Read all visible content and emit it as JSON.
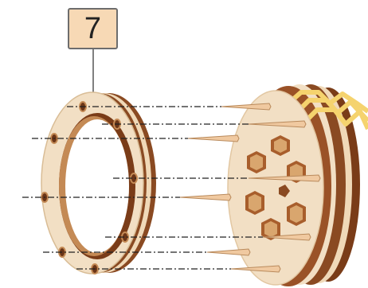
{
  "step": {
    "number": "7",
    "badge_color": "#f7d9b5",
    "border_color": "#6d6d6d"
  },
  "colors": {
    "wood_light": "#f2dfc4",
    "wood_mid": "#e6c9a3",
    "wood_dark": "#8a4a22",
    "wood_edge": "#6b3517",
    "rubber_band": "#f5d36e",
    "peg": "#f0c9a0",
    "line": "#222222"
  },
  "parts": {
    "ring_label": "ring-part",
    "drum_label": "drum-assembly",
    "peg_icon": "wooden-peg-icon",
    "hex_icon": "hex-socket-icon",
    "band_icon": "rubber-band-icon"
  }
}
